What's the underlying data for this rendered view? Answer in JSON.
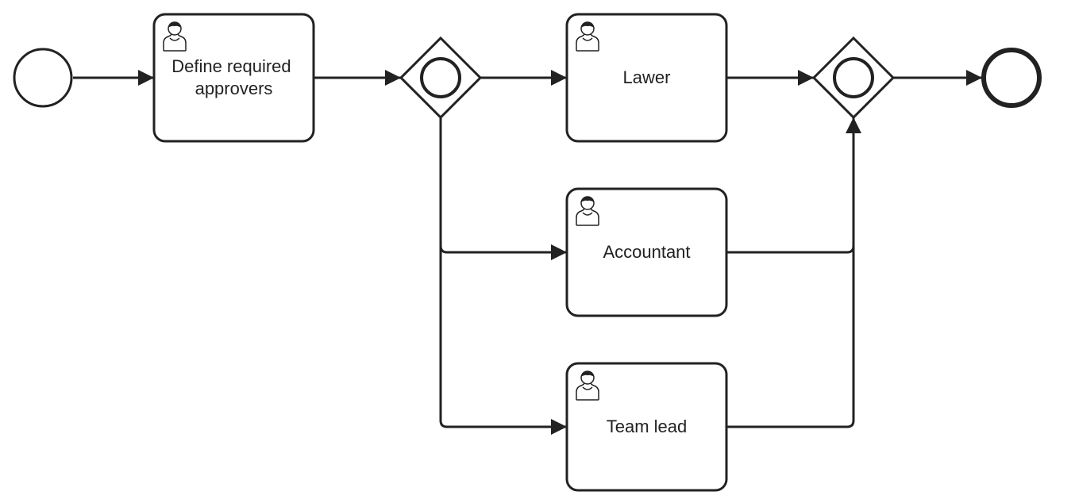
{
  "diagram": {
    "colors": {
      "stroke": "#222222",
      "fill": "#ffffff",
      "text": "#222222"
    },
    "tasks": [
      {
        "id": "define",
        "label_lines": [
          "Define required",
          "approvers"
        ],
        "icon": "user-icon"
      },
      {
        "id": "lawer",
        "label_lines": [
          "Lawer"
        ],
        "icon": "user-icon"
      },
      {
        "id": "accountant",
        "label_lines": [
          "Accountant"
        ],
        "icon": "user-icon"
      },
      {
        "id": "teamlead",
        "label_lines": [
          "Team lead"
        ],
        "icon": "user-icon"
      }
    ],
    "gateways": [
      {
        "id": "split",
        "type": "inclusive"
      },
      {
        "id": "join",
        "type": "inclusive"
      }
    ],
    "events": [
      {
        "id": "start",
        "type": "start"
      },
      {
        "id": "end",
        "type": "end"
      }
    ],
    "flows": [
      {
        "from": "start",
        "to": "define"
      },
      {
        "from": "define",
        "to": "split"
      },
      {
        "from": "split",
        "to": "lawer"
      },
      {
        "from": "split",
        "to": "accountant"
      },
      {
        "from": "split",
        "to": "teamlead"
      },
      {
        "from": "lawer",
        "to": "join"
      },
      {
        "from": "accountant",
        "to": "join"
      },
      {
        "from": "teamlead",
        "to": "join"
      },
      {
        "from": "join",
        "to": "end"
      }
    ]
  }
}
